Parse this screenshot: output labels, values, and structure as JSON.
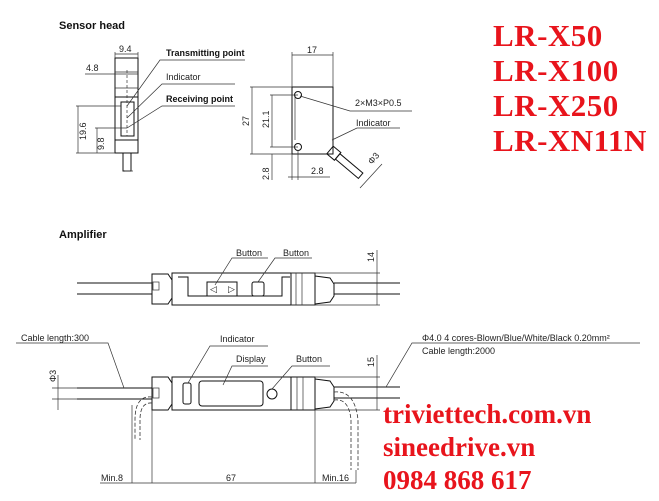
{
  "sections": {
    "sensor_head": "Sensor head",
    "amplifier": "Amplifier"
  },
  "sensor_head": {
    "front": {
      "width_dim": "9.4",
      "offset_dim": "4.8",
      "height_dim": "19.6",
      "receive_dim": "9.8",
      "labels": {
        "transmitting": "Transmitting point",
        "indicator": "Indicator",
        "receiving": "Receiving point"
      }
    },
    "side": {
      "width_dim": "17",
      "height_dim": "27",
      "hole_pitch_dim": "21.1",
      "bottom_dim": "2.8",
      "side_dim": "2.8",
      "screw_label": "2×M3×P0.5",
      "indicator_label": "Indicator",
      "cable_dia": "Φ3"
    }
  },
  "amplifier": {
    "top_view": {
      "button_left": "Button",
      "button_right": "Button",
      "height_dim": "14"
    },
    "front_view": {
      "cable_left": "Cable length:300",
      "cable_dia": "Φ3",
      "indicator": "Indicator",
      "display": "Display",
      "button": "Button",
      "height_dim": "15",
      "cable_right_spec": "Φ4.0 4 cores-Blown/Blue/White/Black 0.20mm²",
      "cable_right_length": "Cable length:2000",
      "min_left": "Min.8",
      "length_dim": "67",
      "min_right": "Min.16"
    }
  },
  "models": [
    "LR-X50",
    "LR-X100",
    "LR-X250",
    "LR-XN11N"
  ],
  "contact": {
    "site1": "triviettech.com.vn",
    "site2": "sineedrive.vn",
    "phone": "0984 868 617"
  },
  "colors": {
    "accent": "#e8141c",
    "line": "#111111"
  }
}
